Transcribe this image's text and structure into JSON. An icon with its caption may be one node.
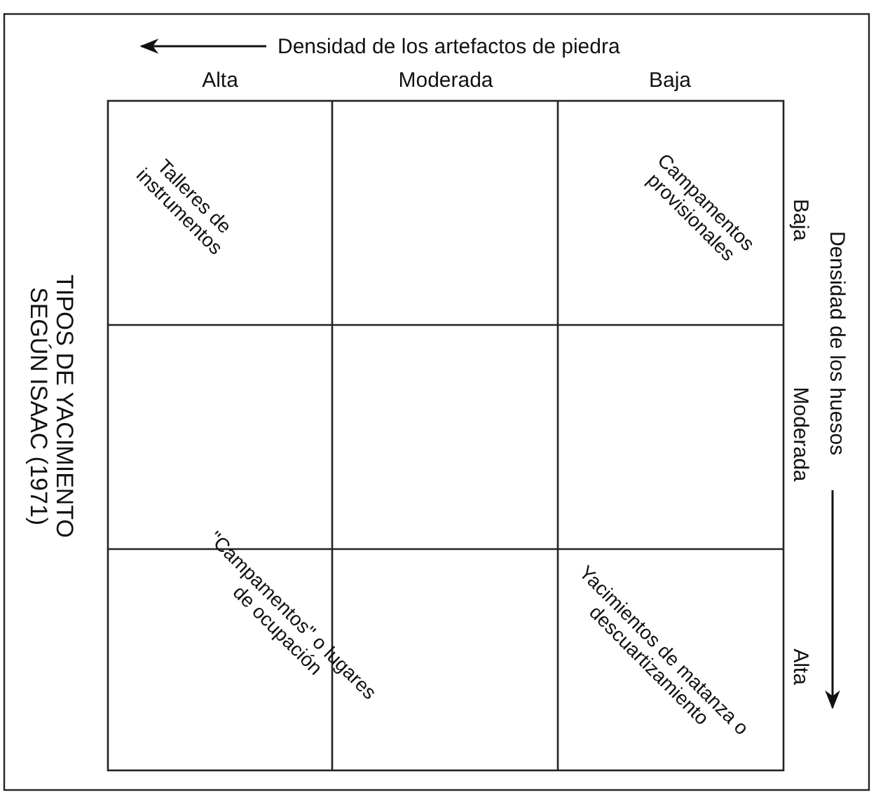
{
  "diagram": {
    "title": "TIPOS DE YACIMIENTO SEGÚN ISAAC (1971)",
    "labels": [
      "Densidad de los artefactos de piedra",
      "Alta",
      "Moderada",
      "Baja",
      "Talleres de instrumentos",
      "Campamentos provisionales",
      "Densidad de los huesos",
      "Baja",
      "Moderada",
      "Alta",
      "\"Campamentos\" o lugares de ocupación",
      "Yacimientos de matanza o descuartizamiento"
    ]
  }
}
